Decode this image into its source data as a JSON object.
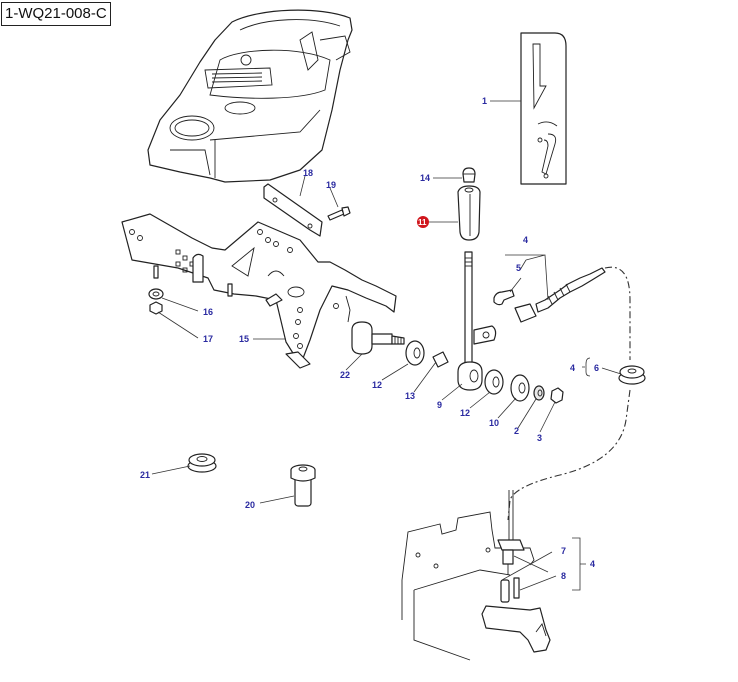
{
  "diagram": {
    "code": "1-WQ21-008-C",
    "highlight_color": "#d0161d",
    "label_color": "#2a2aa0",
    "callouts": [
      {
        "id": "c1",
        "text": "1"
      },
      {
        "id": "c14",
        "text": "14"
      },
      {
        "id": "c11",
        "text": "11",
        "highlighted": true
      },
      {
        "id": "c4a",
        "text": "4"
      },
      {
        "id": "c5",
        "text": "5"
      },
      {
        "id": "c18",
        "text": "18"
      },
      {
        "id": "c19",
        "text": "19"
      },
      {
        "id": "c16",
        "text": "16"
      },
      {
        "id": "c17",
        "text": "17"
      },
      {
        "id": "c15",
        "text": "15"
      },
      {
        "id": "c22",
        "text": "22"
      },
      {
        "id": "c12a",
        "text": "12"
      },
      {
        "id": "c13",
        "text": "13"
      },
      {
        "id": "c9",
        "text": "9"
      },
      {
        "id": "c12b",
        "text": "12"
      },
      {
        "id": "c10",
        "text": "10"
      },
      {
        "id": "c2",
        "text": "2"
      },
      {
        "id": "c3",
        "text": "3"
      },
      {
        "id": "c4b",
        "text": "4"
      },
      {
        "id": "c6",
        "text": "6"
      },
      {
        "id": "c21",
        "text": "21"
      },
      {
        "id": "c20",
        "text": "20"
      },
      {
        "id": "c7",
        "text": "7"
      },
      {
        "id": "c8",
        "text": "8"
      },
      {
        "id": "c4c",
        "text": "4"
      }
    ]
  }
}
